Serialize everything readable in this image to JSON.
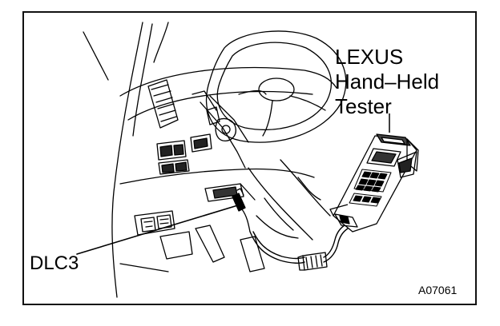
{
  "figure": {
    "tester_label": [
      "LEXUS",
      "Hand–Held",
      "Tester"
    ],
    "connector_label": "DLC3",
    "figure_number": "A07061"
  },
  "colors": {
    "line": "#000000",
    "background": "#ffffff",
    "frame": "#111111"
  }
}
